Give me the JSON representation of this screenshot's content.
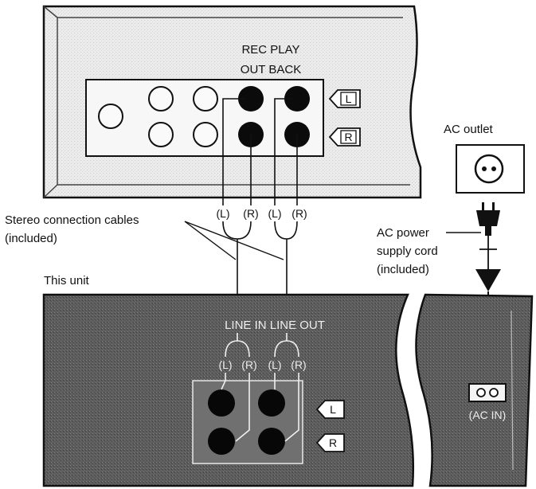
{
  "labels": {
    "rec_out_line1": "REC PLAY",
    "rec_out_line2": "OUT BACK",
    "ac_outlet": "AC  outlet",
    "stereo_cables_line1": "Stereo connection cables",
    "stereo_cables_line2": "(included)",
    "ac_cord_line1": "AC power",
    "ac_cord_line2": "supply cord",
    "ac_cord_line3": "(included)",
    "this_unit": "This  unit",
    "line_in_out": "LINE IN  LINE OUT",
    "ac_in": "(AC IN)",
    "plug_l": "(L)",
    "plug_r": "(R)",
    "ch_l": "L",
    "ch_r": "R"
  },
  "icons": [
    "outlet-icon",
    "power-plug-icon",
    "channel-left-icon",
    "channel-right-icon",
    "ac-inlet-icon"
  ]
}
